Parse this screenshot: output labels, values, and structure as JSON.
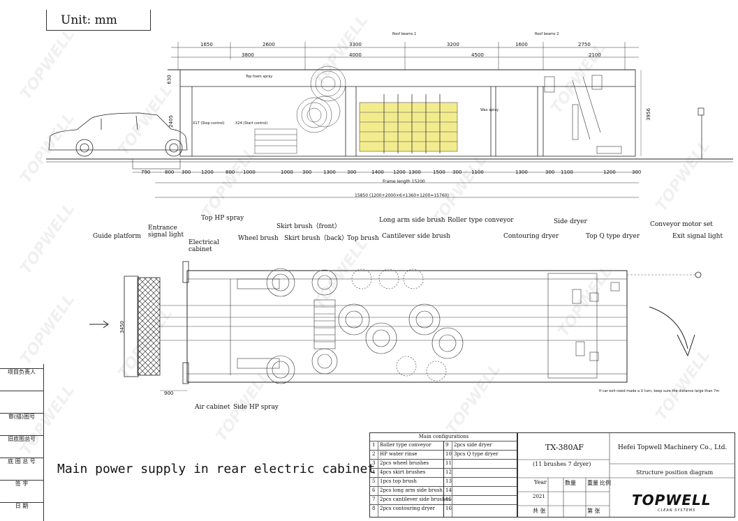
{
  "unit_label": "Unit: mm",
  "left_side": {
    "top_dims": [
      "1650",
      "2600",
      "3800"
    ],
    "mid_dims": [
      "3300",
      "4000"
    ],
    "right_top_dims": [
      "3200",
      "1600",
      "2750",
      "4500",
      "2100"
    ],
    "roof_beams": [
      "Roof beams 1",
      "Roof beams 2"
    ],
    "height_dims": [
      "630",
      "2405",
      "3956"
    ],
    "elevation_labels": [
      "Top foam spray",
      "X17 (Stop control)",
      "X24 (Start control)",
      "Wax spray"
    ],
    "bottom_dims": [
      "790",
      "800",
      "300",
      "1200",
      "800",
      "1000",
      "1000",
      "300",
      "1300",
      "300",
      "1400",
      "1200",
      "1300",
      "1500",
      "300",
      "1100",
      "1300",
      "300",
      "1100",
      "1200",
      "300"
    ],
    "frame_length": "Frame length 15200",
    "total_length": "15850 (1200+2000×6+1360+1200=15760)"
  },
  "plan_labels": {
    "guide_platform": "Guide platform",
    "entrance_signal": "Entrance signal light",
    "electrical_cabinet": "Electrical cabinet",
    "top_hp_spray": "Top HP spray",
    "wheel_brush": "Wheel brush",
    "skirt_brush_front": "Skirt brush（front）",
    "skirt_brush_back": "Skirt brush（back）",
    "top_brush": "Top brush",
    "long_arm_side_brush": "Long arm side brush",
    "cantilever_side_brush": "Cantilever side brush",
    "roller_type_conveyor": "Roller type conveyor",
    "contouring_dryer": "Contouring dryer",
    "side_dryer": "Side dryer",
    "top_q_dryer": "Top Q type dryer",
    "conveyor_motor_set": "Conveyor motor set",
    "exit_signal_light": "Exit signal light",
    "air_cabinet": "Air cabinet",
    "side_hp_spray": "Side HP spray",
    "width_dim": "3450",
    "offset_dim": "900",
    "u_turn_note": "If car exit need made a U turn, keep sure the distance large than 7m"
  },
  "left_bar": {
    "rows": [
      "项目负责人",
      "",
      "审(描)图号",
      "旧底图总号",
      "底 图 总 号",
      "签  字",
      "日  期"
    ]
  },
  "power_note": "Main power supply in rear electric cabinet",
  "configurations": {
    "title": "Main configurations",
    "items": [
      {
        "no": "1",
        "text": "Roller type conveyor"
      },
      {
        "no": "2",
        "text": "HP water rinse"
      },
      {
        "no": "3",
        "text": "2pcs wheel brushes"
      },
      {
        "no": "4",
        "text": "4pcs skirt brushes"
      },
      {
        "no": "5",
        "text": "1pcs top brush"
      },
      {
        "no": "6",
        "text": "2pcs long arm side brush"
      },
      {
        "no": "7",
        "text": "2pcs cantilever side brushes"
      },
      {
        "no": "8",
        "text": "2pcs contouring dryer"
      },
      {
        "no": "9",
        "text": "2pcs side dryer"
      },
      {
        "no": "10",
        "text": "3pcs Q type dryer"
      },
      {
        "no": "11",
        "text": ""
      },
      {
        "no": "12",
        "text": ""
      },
      {
        "no": "13",
        "text": ""
      },
      {
        "no": "14",
        "text": ""
      },
      {
        "no": "15",
        "text": ""
      },
      {
        "no": "16",
        "text": ""
      }
    ]
  },
  "title_block": {
    "model": "TX-380AF",
    "model_sub": "(11 brushes 7 dryer)",
    "company": "Hefei Topwell Machinery Co., Ltd.",
    "drawing_name": "Structure position diagram",
    "year_label": "Year",
    "year": "2021",
    "qty_label": "数量",
    "weight_label": "重量",
    "scale_label": "比例",
    "total_label": "共  张",
    "sheet_label": "第  张"
  },
  "logo": {
    "text": "TOPWELL",
    "sub": "CLEAN SYSTEMS"
  },
  "watermark": "TOPWELL"
}
